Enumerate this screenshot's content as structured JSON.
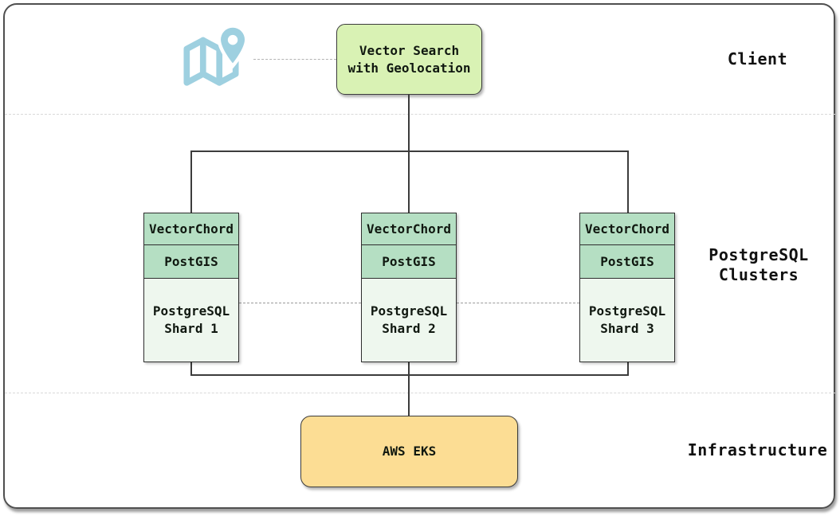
{
  "bands": {
    "client": {
      "label": "Client"
    },
    "clusters": {
      "line1": "PostgreSQL",
      "line2": "Clusters"
    },
    "infrastructure": {
      "label": "Infrastructure"
    }
  },
  "client_node": {
    "line1": "Vector Search",
    "line2": "with Geolocation"
  },
  "shards": [
    {
      "layer1": "VectorChord",
      "layer2": "PostGIS",
      "body1": "PostgreSQL",
      "body2": "Shard 1"
    },
    {
      "layer1": "VectorChord",
      "layer2": "PostGIS",
      "body1": "PostgreSQL",
      "body2": "Shard 2"
    },
    {
      "layer1": "VectorChord",
      "layer2": "PostGIS",
      "body1": "PostgreSQL",
      "body2": "Shard 3"
    }
  ],
  "infra_node": {
    "label": "AWS EKS"
  },
  "icons": {
    "map": "map-with-location-pin"
  },
  "colors": {
    "client_node_fill": "#d9f2b4",
    "shard_header_fill": "#b5dfc3",
    "shard_body_fill": "#eef7ee",
    "infra_node_fill": "#fcdd94",
    "map_icon": "#9ed0e0",
    "connector": "#3c3c3c",
    "frame_border": "#4f4f4f"
  }
}
